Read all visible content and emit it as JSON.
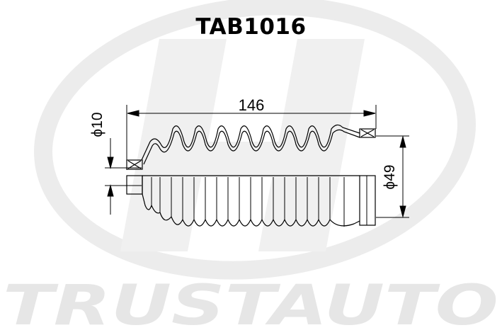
{
  "title": "TAB1016",
  "watermark": {
    "brand": "TRUSTAUTO",
    "color": "#e6e6e6"
  },
  "dimensions": {
    "length": "146",
    "small_diameter": "ϕ10",
    "large_diameter": "ϕ49"
  },
  "colors": {
    "line": "#000000",
    "background": "#ffffff"
  }
}
